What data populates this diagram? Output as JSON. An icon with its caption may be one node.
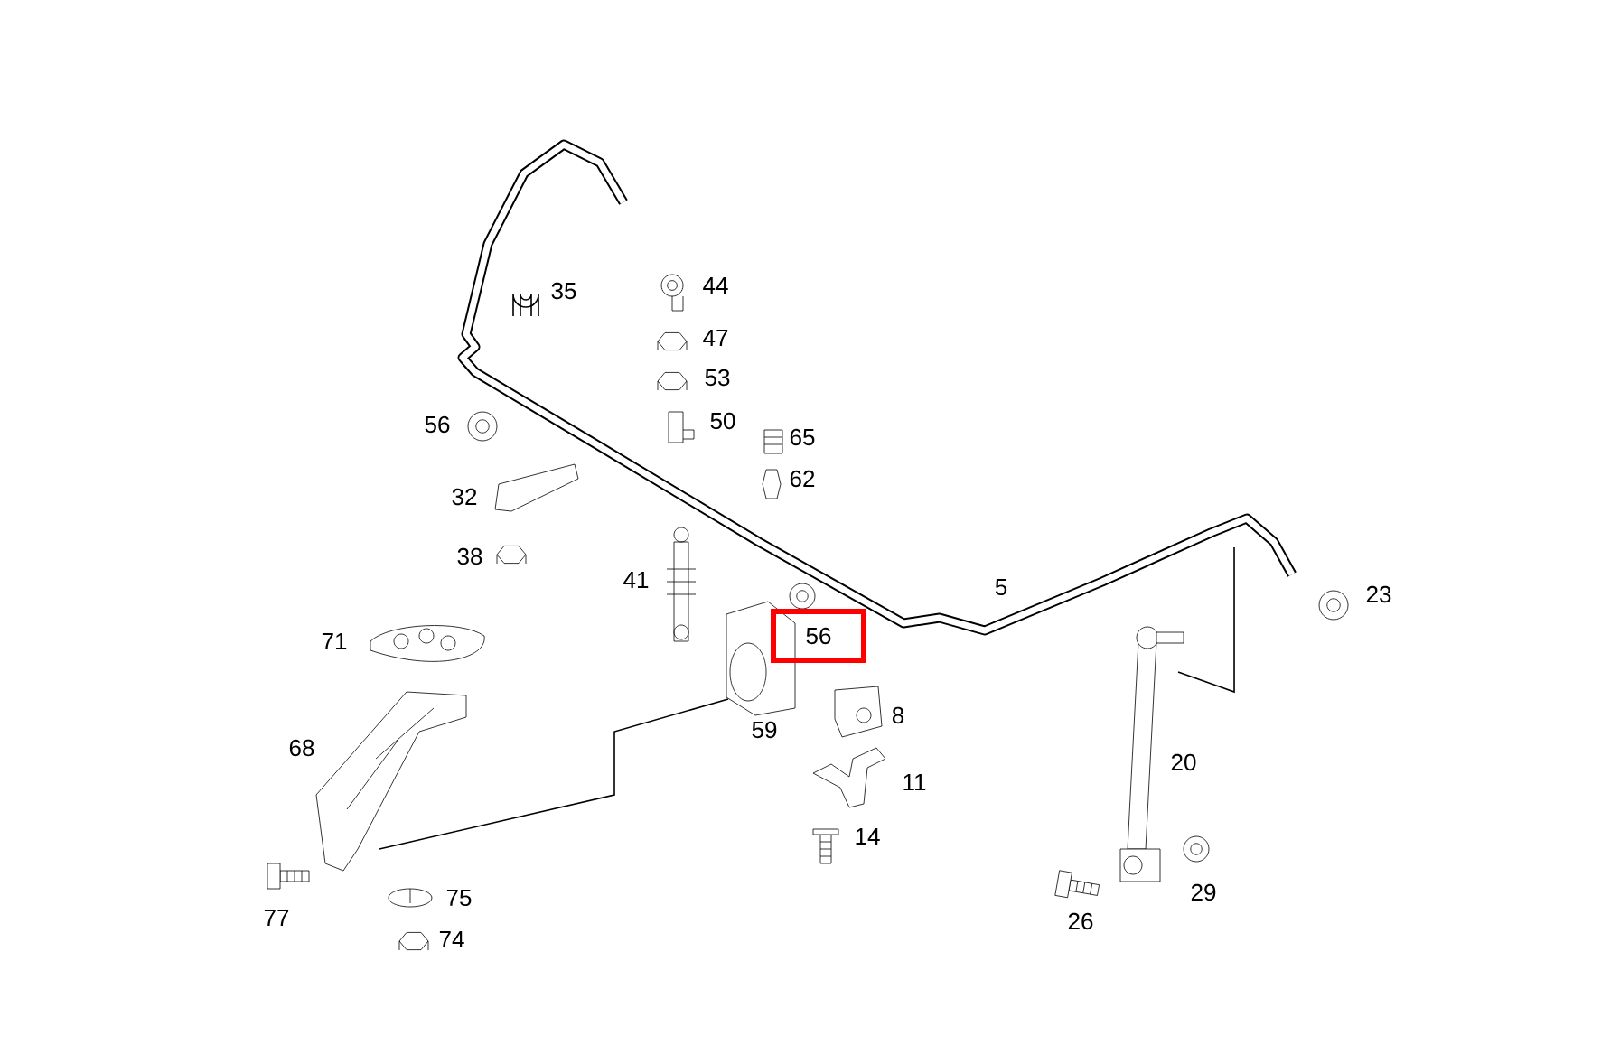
{
  "diagram": {
    "nodes": [
      {
        "text": [
          "56"
        ]
      }
    ],
    "labels": [
      "35",
      "44",
      "47",
      "53",
      "56",
      "50",
      "65",
      "62",
      "32",
      "38",
      "41",
      "5",
      "23",
      "71",
      "59",
      "8",
      "68",
      "11",
      "20",
      "14",
      "75",
      "29",
      "77",
      "26",
      "74"
    ]
  }
}
